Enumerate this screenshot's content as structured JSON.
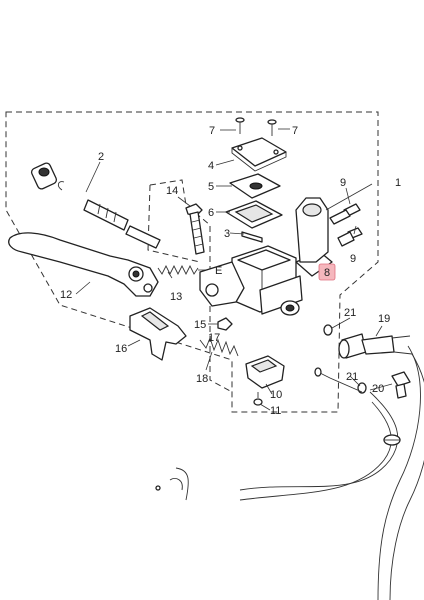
{
  "callouts": {
    "c1": "1",
    "c2": "2",
    "c3": "3",
    "c4": "4",
    "c5": "5",
    "c6": "6",
    "c7a": "7",
    "c7b": "7",
    "c8": "8",
    "c9a": "9",
    "c9b": "9",
    "c10": "10",
    "c11": "11",
    "c12": "12",
    "c13": "13",
    "c14": "14",
    "c15": "15",
    "c16": "16",
    "c17": "17",
    "c18": "18",
    "c19": "19",
    "c20": "20",
    "c21a": "21",
    "c21b": "21",
    "ref_e": "E"
  },
  "highlight": {
    "callout": "8",
    "color": "#f5b7bd"
  }
}
